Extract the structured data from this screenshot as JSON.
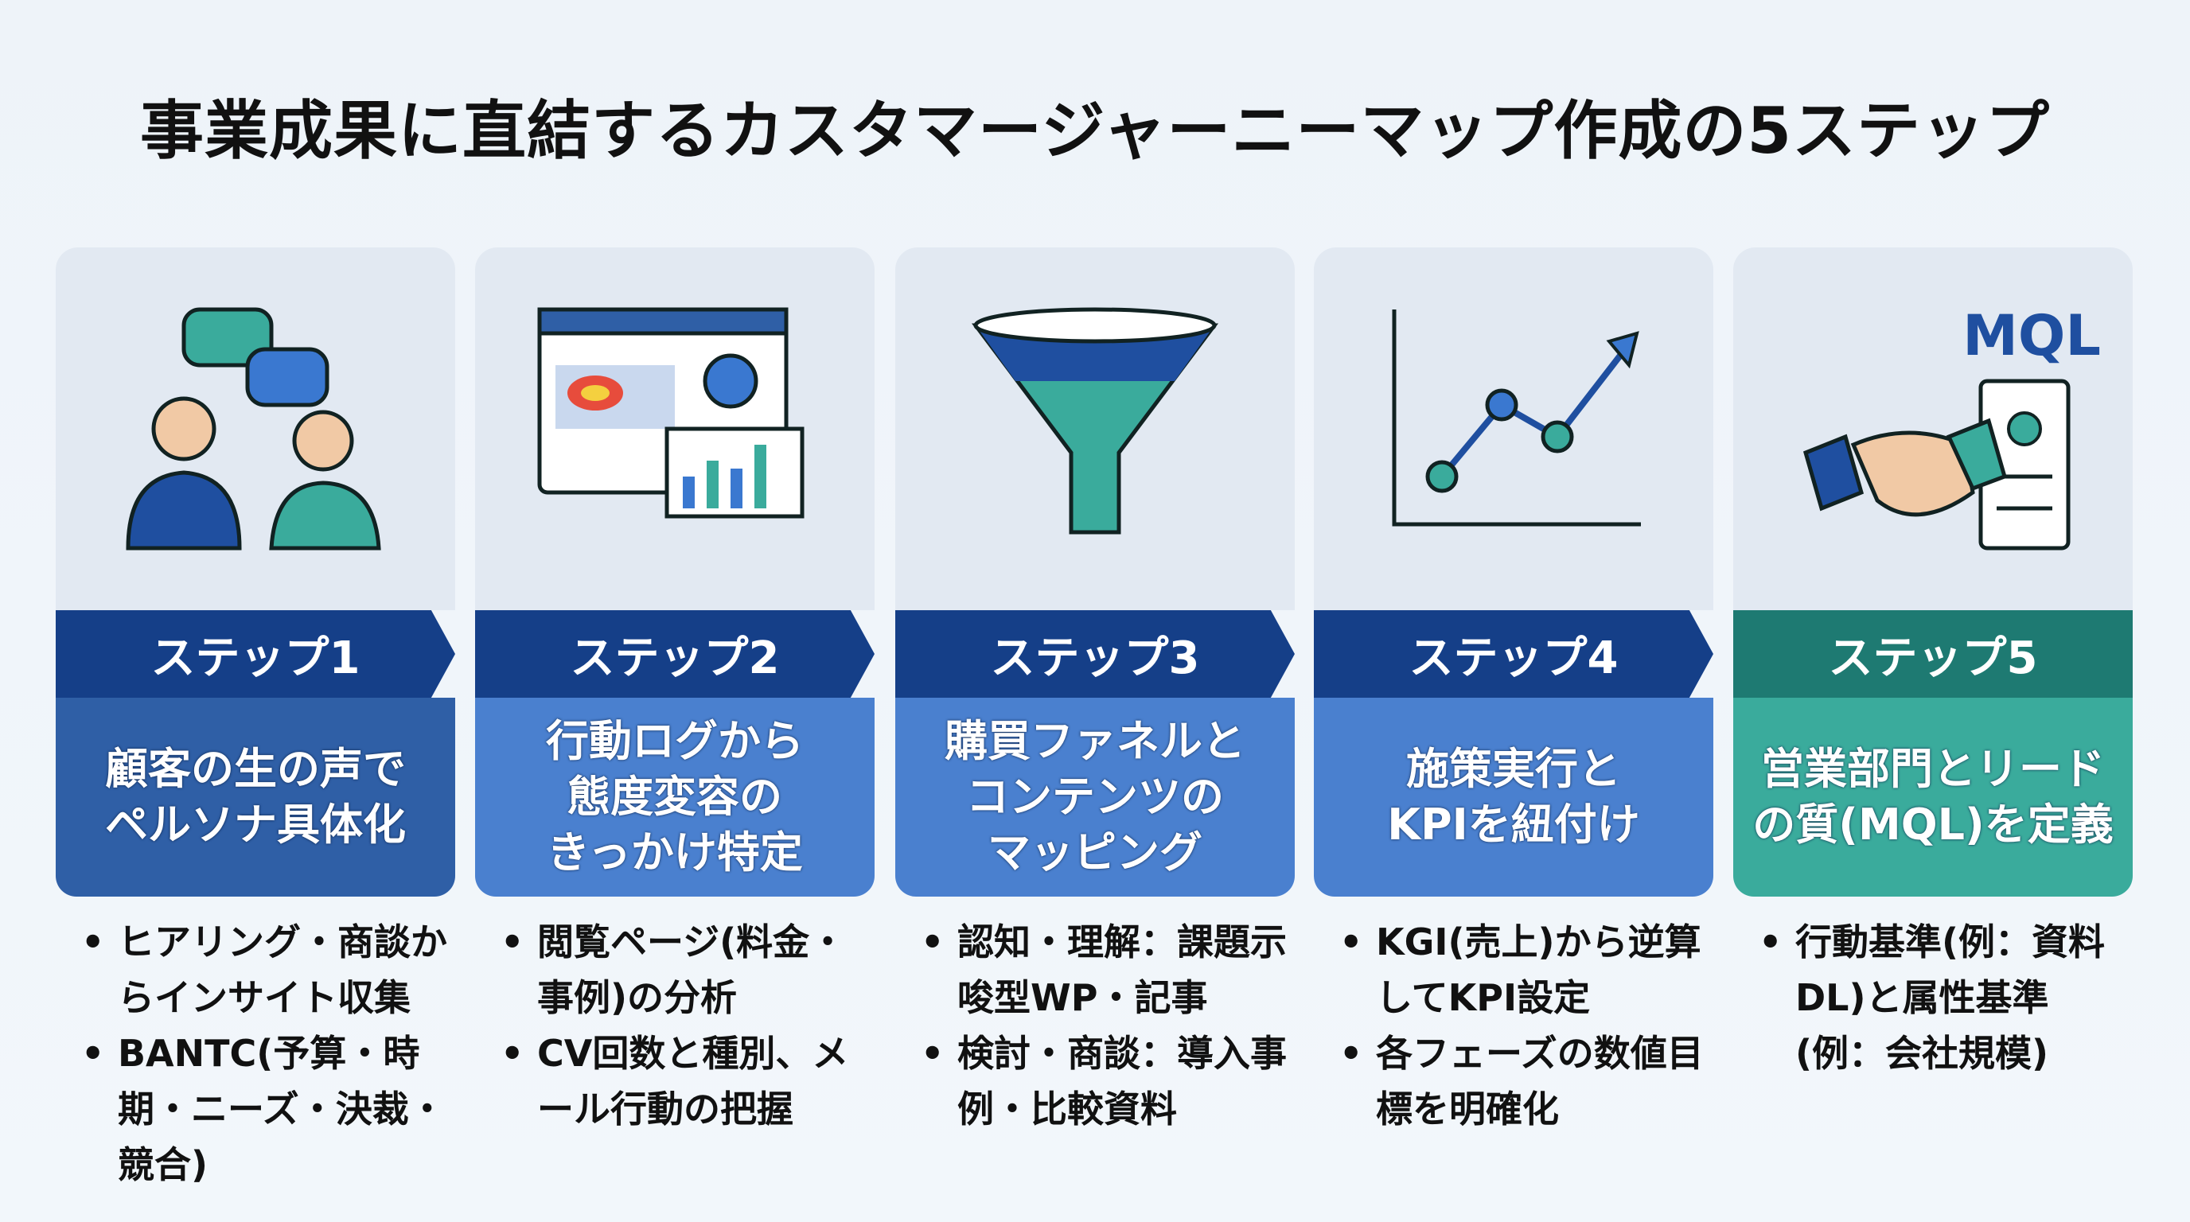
{
  "title": "事業成果に直結するカスタマージャーニーマップ作成の5ステップ",
  "colors": {
    "header": "#153f88",
    "header_teal": "#1e7a72",
    "body_dark": "#2f5fa6",
    "body": "#4a80cf",
    "body_teal": "#3aab9c"
  },
  "steps": [
    {
      "label": "ステップ1",
      "icon": "conversation-icon",
      "lines": [
        "顧客の生の声で",
        "ペルソナ具体化"
      ],
      "bullets": [
        "ヒアリング・商談からインサイト収集",
        "BANTC(予算・時期・ニーズ・決裁・競合)"
      ]
    },
    {
      "label": "ステップ2",
      "icon": "heatmap-analytics-icon",
      "lines": [
        "行動ログから",
        "態度変容の",
        "きっかけ特定"
      ],
      "bullets": [
        "閲覧ページ(料金・事例)の分析",
        "CV回数と種別、メール行動の把握"
      ]
    },
    {
      "label": "ステップ3",
      "icon": "funnel-icon",
      "lines": [
        "購買ファネルと",
        "コンテンツの",
        "マッピング"
      ],
      "bullets": [
        "認知・理解：課題示唆型WP・記事",
        "検討・商談：導入事例・比較資料"
      ]
    },
    {
      "label": "ステップ4",
      "icon": "line-chart-icon",
      "lines": [
        "施策実行と",
        "KPIを紐付け"
      ],
      "bullets": [
        "KGI(売上)から逆算してKPI設定",
        "各フェーズの数値目標を明確化"
      ]
    },
    {
      "label": "ステップ5",
      "icon": "handshake-clipboard-icon",
      "badge": "MQL",
      "lines": [
        "営業部門とリード",
        "の質(MQL)を定義"
      ],
      "bullets": [
        "行動基準(例：資料DL)と属性基準(例：会社規模)"
      ]
    }
  ]
}
